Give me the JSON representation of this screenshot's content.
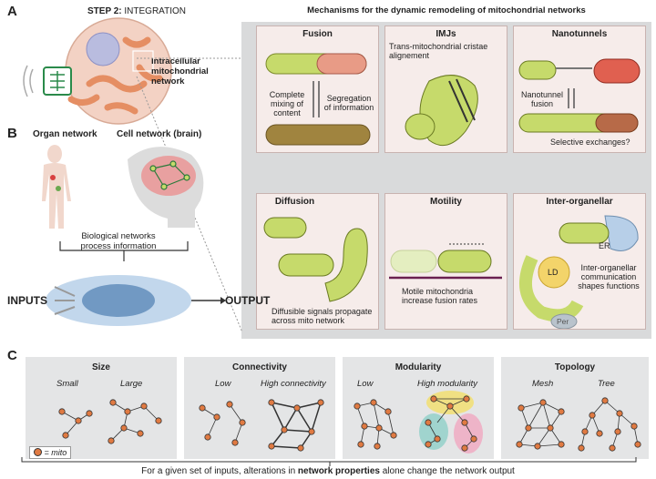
{
  "panelA": {
    "letter": "A",
    "step_bold": "STEP 2:",
    "step_rest": " INTEGRATION",
    "cell_label": "Intracellular mitochondrial network",
    "mech_title": "Mechanisms for the dynamic remodeling of mitochondrial networks",
    "panels": {
      "fusion": {
        "title": "Fusion",
        "left_text": "Complete mixing of content",
        "right_text": "Segregation of information"
      },
      "imjs": {
        "title": "IMJs",
        "text": "Trans-mitochondrial cristae alignement"
      },
      "nanotunnels": {
        "title": "Nanotunnels",
        "text1": "Nanotunnel fusion",
        "text2": "Selective exchanges?"
      },
      "diffusion": {
        "title": "Diffusion",
        "text": "Diffusible signals propagate across mito network"
      },
      "motility": {
        "title": "Motility",
        "text": "Motile mitochondria increase fusion rates"
      },
      "interorg": {
        "title": "Inter-organellar",
        "er": "ER",
        "ld": "LD",
        "per": "Per",
        "text": "Inter-organellar communication shapes functions"
      }
    }
  },
  "panelB": {
    "letter": "B",
    "organ": "Organ network",
    "cell": "Cell network (brain)",
    "bio": "Biological networks process information",
    "inputs": "INPUTS",
    "output": "OUTPUT"
  },
  "panelC": {
    "letter": "C",
    "boxes": [
      {
        "title": "Size",
        "a": "Small",
        "b": "Large"
      },
      {
        "title": "Connectivity",
        "a": "Low",
        "b": "High connectivity"
      },
      {
        "title": "Modularity",
        "a": "Low",
        "b": "High modularity"
      },
      {
        "title": "Topology",
        "a": "Mesh",
        "b": "Tree"
      }
    ],
    "legend": "= mito",
    "caption_pre": "For a given set of inputs, alterations in ",
    "caption_bold": "network properties",
    "caption_post": " alone change the network output"
  },
  "colors": {
    "mito": "#e07a42",
    "mito_green": "#c6da6b",
    "panel_bg": "#f6ecea",
    "grey": "#d9dadb"
  }
}
